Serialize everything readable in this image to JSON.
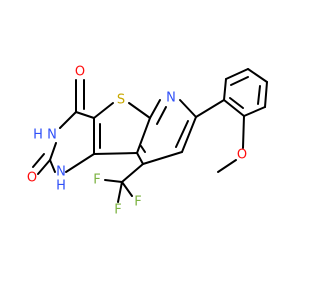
{
  "colors": {
    "bond": "#000000",
    "oxygen": "#ff0d0d",
    "nitrogen": "#3050f8",
    "sulfur": "#c8a800",
    "fluorine": "#7cb342",
    "background": "#ffffff"
  },
  "labels": {
    "o_top": "O",
    "nh_3": "H",
    "nh_3_n": "N",
    "o_bottom": "O",
    "nh_1_n": "N",
    "nh_1_h": "H",
    "s": "S",
    "n_pyr": "N",
    "o_methoxy": "O",
    "f_1": "F",
    "f_2": "F",
    "f_3": "F"
  }
}
